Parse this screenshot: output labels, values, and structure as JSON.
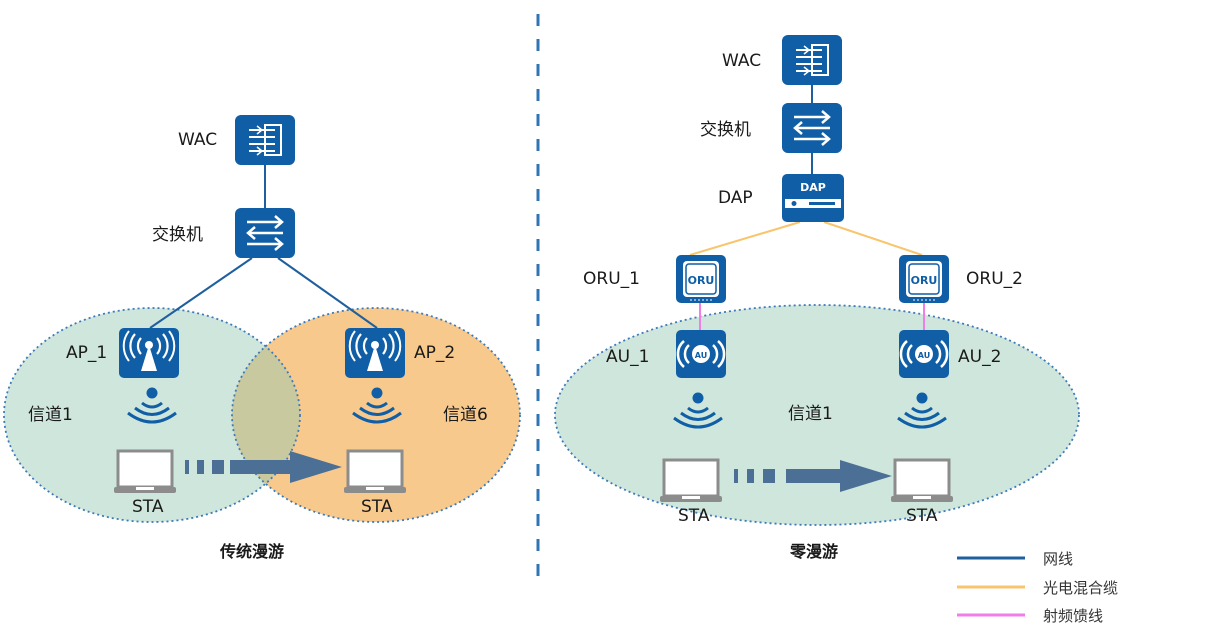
{
  "colors": {
    "device_blue": "#0f5ea6",
    "network_cable": "#1f5f9e",
    "hybrid_cable": "#f9c46b",
    "rf_feeder": "#f07ee8",
    "coverage_green": "#cfe6dc",
    "coverage_orange": "#f8c98c",
    "overlap": "#c9c9a0",
    "ellipse_border": "#3d7ab8",
    "arrow": "#4c6f96",
    "divider": "#2f75b5"
  },
  "left": {
    "title": "传统漫游",
    "wac_label": "WAC",
    "switch_label": "交换机",
    "ap1_label": "AP_1",
    "ap2_label": "AP_2",
    "channel1_label": "信道1",
    "channel2_label": "信道6",
    "sta1_label": "STA",
    "sta2_label": "STA"
  },
  "right": {
    "title": "零漫游",
    "wac_label": "WAC",
    "switch_label": "交换机",
    "dap_label": "DAP",
    "dap_icon_text": "DAP",
    "oru1_label": "ORU_1",
    "oru2_label": "ORU_2",
    "oru_icon_text": "ORU",
    "au1_label": "AU_1",
    "au2_label": "AU_2",
    "au_icon_text": "AU",
    "channel_label": "信道1",
    "sta1_label": "STA",
    "sta2_label": "STA"
  },
  "legend": [
    {
      "label": "网线",
      "color": "#1f5f9e"
    },
    {
      "label": "光电混合缆",
      "color": "#f9c46b"
    },
    {
      "label": "射频馈线",
      "color": "#f07ee8"
    }
  ]
}
